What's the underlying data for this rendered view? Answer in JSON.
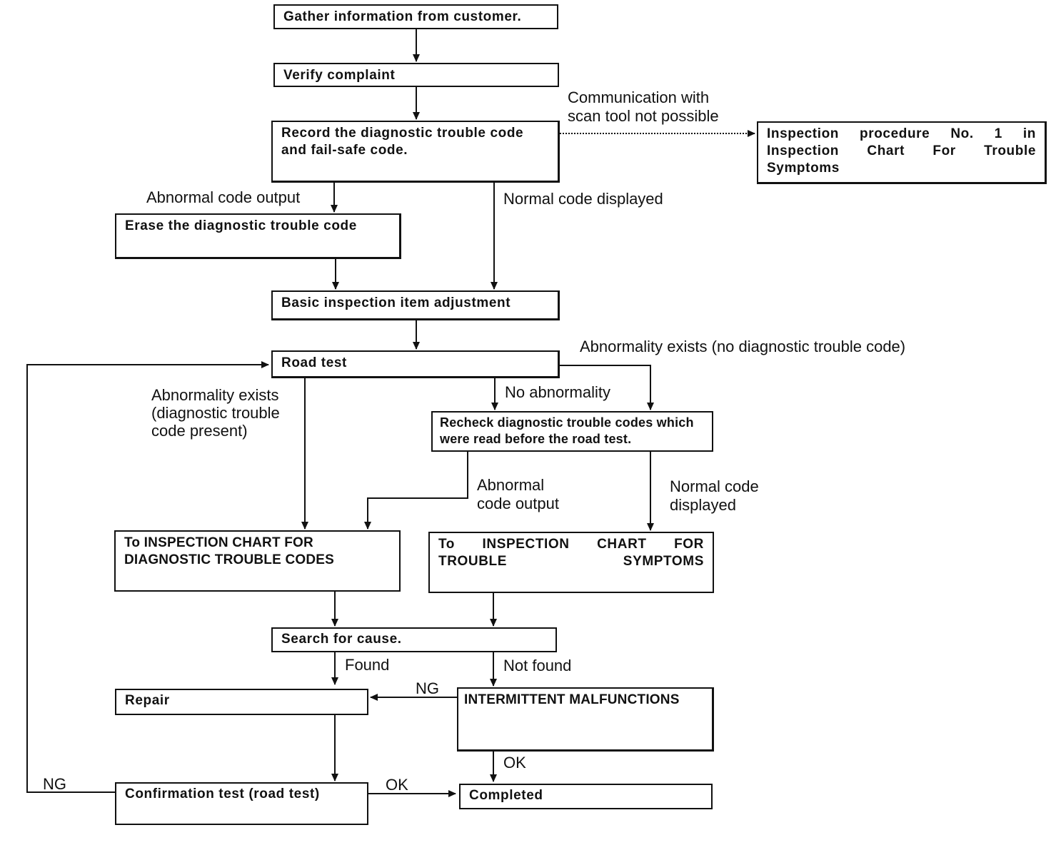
{
  "boxes": {
    "gather": "Gather information from customer.",
    "verify": "Verify complaint",
    "record": "Record the diagnostic trouble code and fail-safe code.",
    "inspection1": "Inspection procedure No. 1 in Inspection Chart For Trouble Symptoms",
    "erase": "Erase the diagnostic trouble code",
    "basic": "Basic inspection item adjustment",
    "road_test": "Road test",
    "recheck": "Recheck diagnostic trouble codes which were read before the road test.",
    "chart_dtc": "To INSPECTION CHART FOR DIAGNOSTIC TROUBLE CODES",
    "chart_symptoms": "To INSPECTION CHART FOR TROUBLE SYMPTOMS",
    "search": "Search for cause.",
    "repair": "Repair",
    "intermittent": "INTERMITTENT MALFUNCTIONS",
    "confirmation": "Confirmation test (road test)",
    "completed": "Completed"
  },
  "labels": {
    "comm_line1": "Communication with",
    "comm_line2": "scan tool not possible",
    "abnormal_code_output": "Abnormal code output",
    "normal_code_displayed": "Normal code displayed",
    "abnormality_no_dtc": "Abnormality exists (no diagnostic trouble code)",
    "no_abnormality": "No abnormality",
    "abn_dtc_line1": "Abnormality exists",
    "abn_dtc_line2": "(diagnostic trouble",
    "abn_dtc_line3": "code present)",
    "abnormal2_line1": "Abnormal",
    "abnormal2_line2": "code output",
    "normal2_line1": "Normal code",
    "normal2_line2": "displayed",
    "found": "Found",
    "not_found": "Not found",
    "ng_repair": "NG",
    "ok_completed": "OK",
    "ng_loop": "NG",
    "ok_confirm": "OK"
  }
}
